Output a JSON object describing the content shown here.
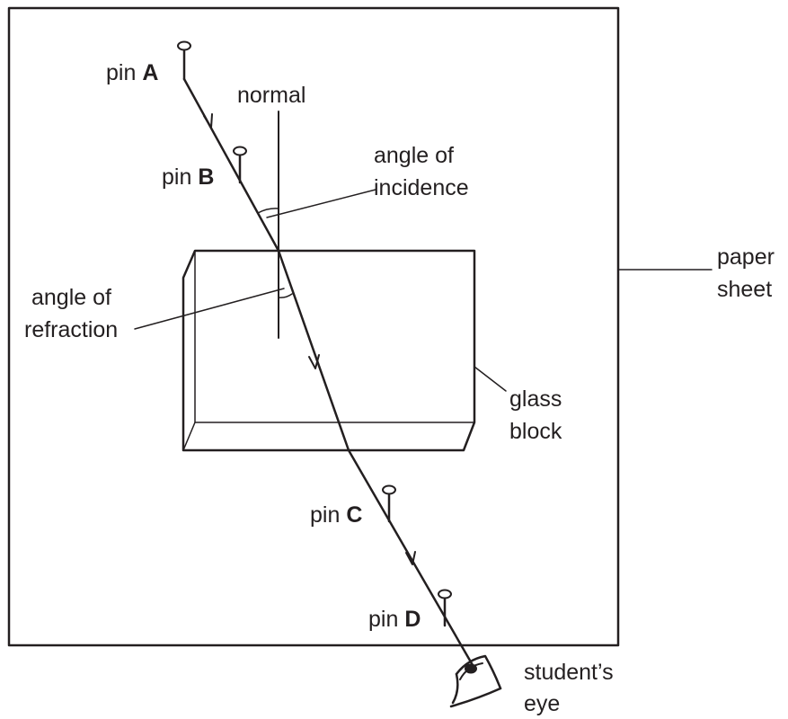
{
  "labels": {
    "pin_word": "pin",
    "pin_a": "A",
    "pin_b": "B",
    "pin_c": "C",
    "pin_d": "D",
    "normal": "normal",
    "angle_incidence_1": "angle of",
    "angle_incidence_2": "incidence",
    "angle_refraction_1": "angle of",
    "angle_refraction_2": "refraction",
    "paper_1": "paper",
    "paper_2": "sheet",
    "glass_1": "glass",
    "glass_2": "block",
    "eye_1": "student’s",
    "eye_2": "eye"
  }
}
